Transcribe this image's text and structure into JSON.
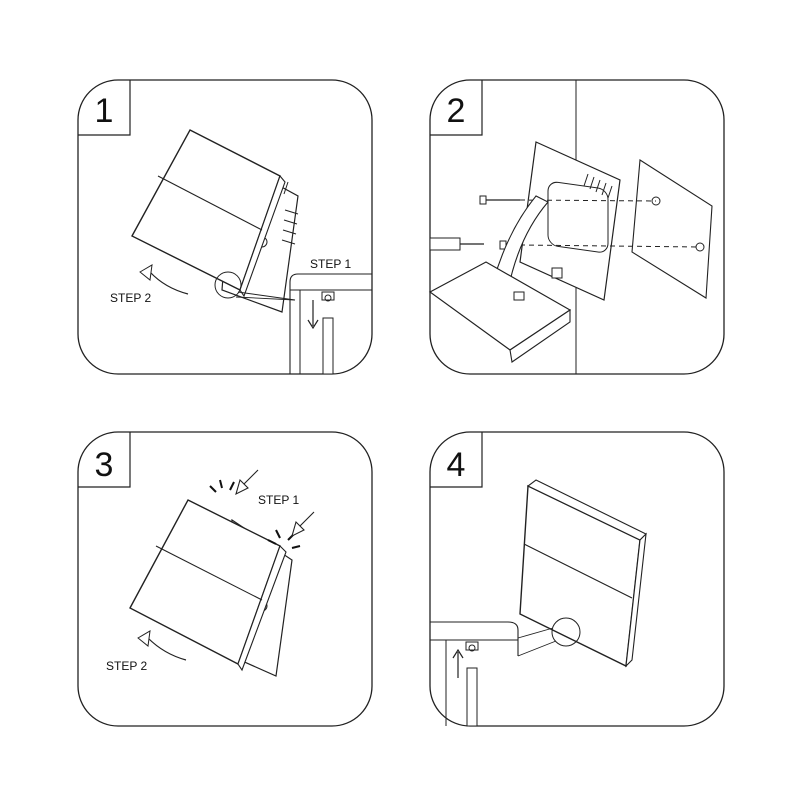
{
  "panels": [
    {
      "number": "1",
      "labels": {
        "step1": "STEP 1",
        "step2": "STEP 2"
      }
    },
    {
      "number": "2"
    },
    {
      "number": "3",
      "labels": {
        "step1": "STEP 1",
        "step2": "STEP 2"
      }
    },
    {
      "number": "4"
    }
  ],
  "colors": {
    "line": "#222222",
    "background": "#ffffff"
  },
  "icons": [
    "arrow-icon",
    "screw-icon",
    "screwdriver-icon",
    "burst-lines-icon"
  ]
}
